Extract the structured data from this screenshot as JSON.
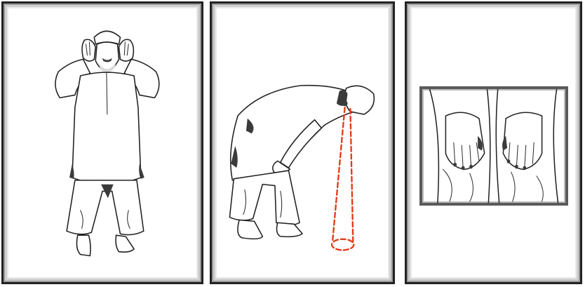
{
  "panels": [
    {
      "id": "standing-takbir",
      "figure": "standing-takbir-figure",
      "hands": "raised-to-ears"
    },
    {
      "id": "bowing-ruku",
      "figure": "bowing-figure",
      "gaze_line_color": "#e23a1a"
    },
    {
      "id": "hands-on-knees-detail",
      "figure": "hands-on-knees-figure"
    }
  ],
  "colors": {
    "ink": "#222222",
    "frame_outer": "#222222",
    "frame_inner": "#9a9a9a",
    "gaze": "#e23a1a",
    "background": "#ffffff"
  }
}
